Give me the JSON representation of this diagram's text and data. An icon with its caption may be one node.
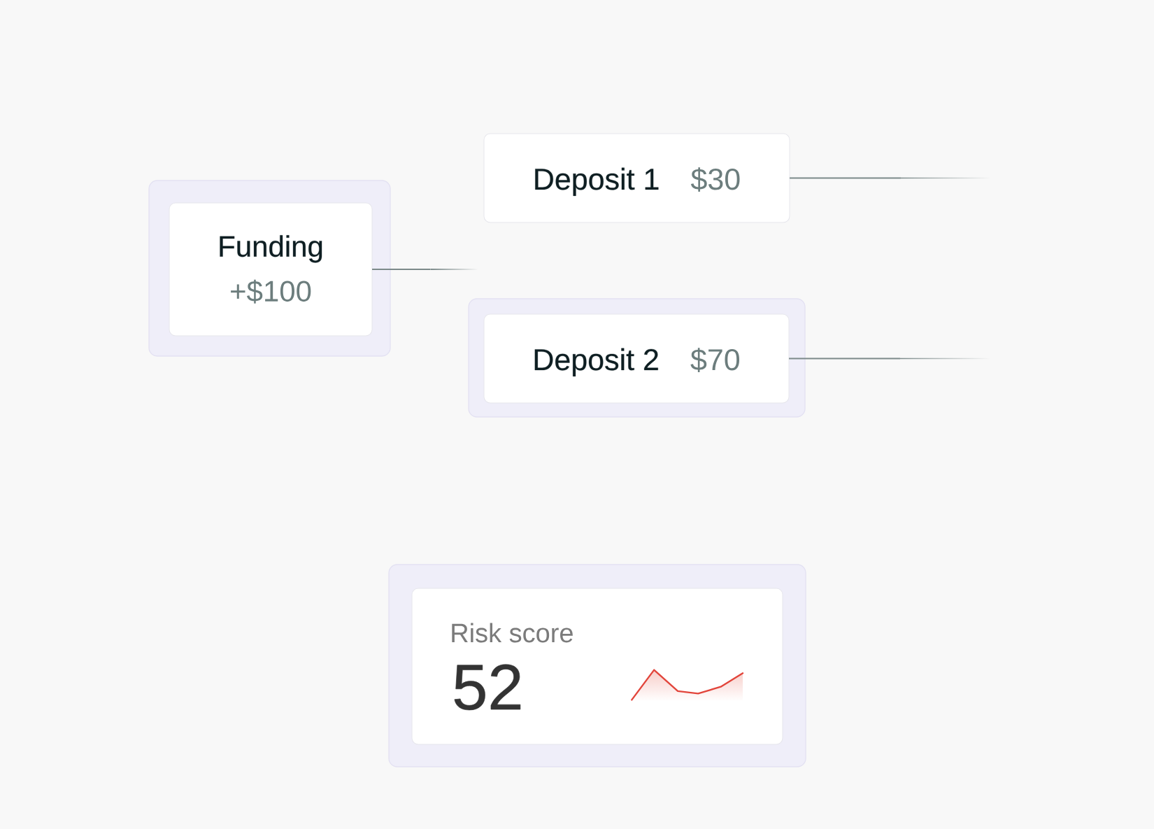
{
  "diagram": {
    "nodes": [
      {
        "text": [],
        "shape": "box"
      },
      {
        "text": [
          "Funding",
          "+$100"
        ],
        "in": 0
      },
      {
        "text": [
          "Deposit 1",
          "$30"
        ]
      },
      {
        "text": [],
        "shape": "box"
      },
      {
        "text": [
          "Deposit 2",
          "$70"
        ],
        "in": 3
      },
      {
        "text": [],
        "shape": "box"
      },
      {
        "text": [
          "Risk score",
          "52"
        ],
        "in": 5
      }
    ],
    "edges": [
      {
        "from": 1,
        "to": null,
        "arrow": "none"
      },
      {
        "from": 2,
        "to": null,
        "arrow": "none"
      },
      {
        "from": 4,
        "to": null,
        "arrow": "none"
      }
    ]
  }
}
